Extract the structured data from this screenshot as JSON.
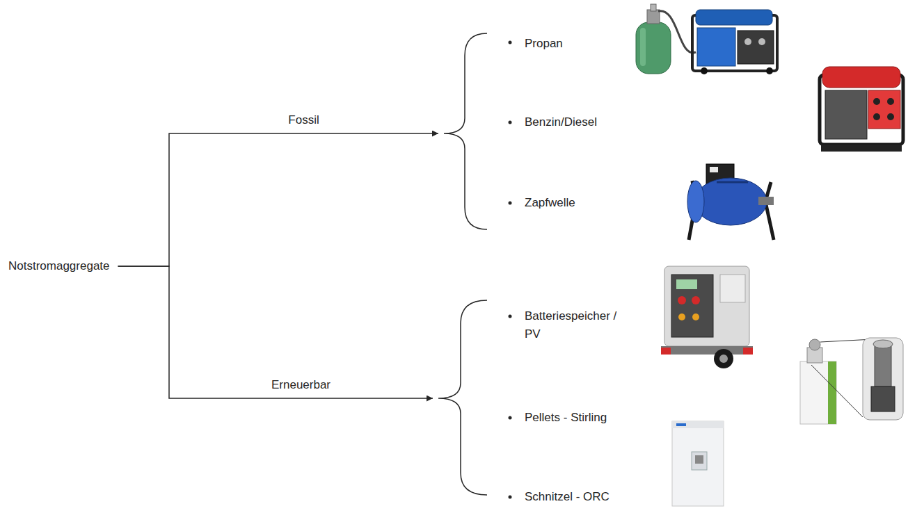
{
  "diagram": {
    "nodes": [
      {
        "text": [
          "Notstromaggregate"
        ]
      },
      {
        "text": [
          "Propan",
          "Benzin/Diesel",
          "Zapfwelle"
        ]
      },
      {
        "text": [
          "Batteriespeicher / PV",
          "Pellets - Stirling",
          "Schnitzel - ORC"
        ]
      }
    ],
    "edges": [
      {
        "from": 0,
        "to": 1,
        "label": "Fossil",
        "arrow": "to"
      },
      {
        "from": 0,
        "to": 2,
        "label": "Erneuerbar",
        "arrow": "to"
      }
    ]
  }
}
